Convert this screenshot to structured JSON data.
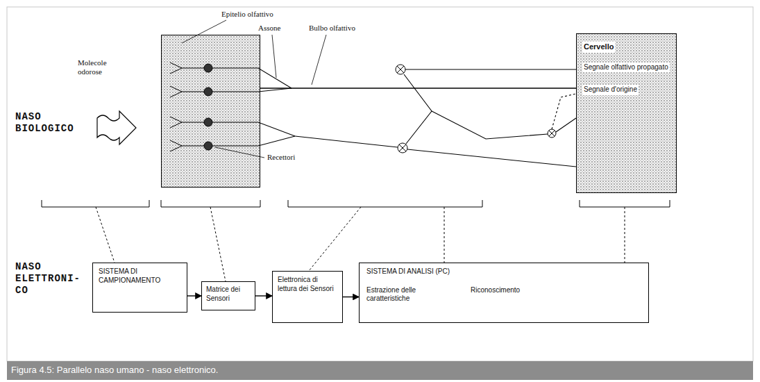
{
  "diagram": {
    "caption": "Figura 4.5: Parallelo naso umano - naso elettronico.",
    "nodes": [
      {
        "text": [
          "Epitelio olfattivo"
        ]
      },
      {
        "text": [
          "Cervello",
          "Segnale olfattivo propagato",
          "Segnale d'origine"
        ]
      },
      {
        "text": [
          "SISTEMA DI CAMPIONAMENTO"
        ]
      },
      {
        "text": [
          "Matrice dei Sensori"
        ]
      },
      {
        "text": [
          "Elettronica di lettura dei Sensori"
        ]
      },
      {
        "text": [
          "SISTEMA DI ANALISI (PC)",
          "Estrazione delle caratteristiche",
          "Riconoscimento"
        ]
      }
    ],
    "edges": [
      {
        "from": 0,
        "to": 1,
        "arrow": "none"
      },
      {
        "from": 2,
        "to": 3,
        "arrow": "to"
      },
      {
        "from": 3,
        "to": 4,
        "arrow": "to"
      },
      {
        "from": 4,
        "to": 5,
        "arrow": "to"
      }
    ],
    "labels": [
      "Molecole odorose",
      "NASO BIOLOGICO",
      "Assone",
      "Bulbo olfattivo",
      "Recettori",
      "NASO ELETTRONI- CO"
    ]
  }
}
